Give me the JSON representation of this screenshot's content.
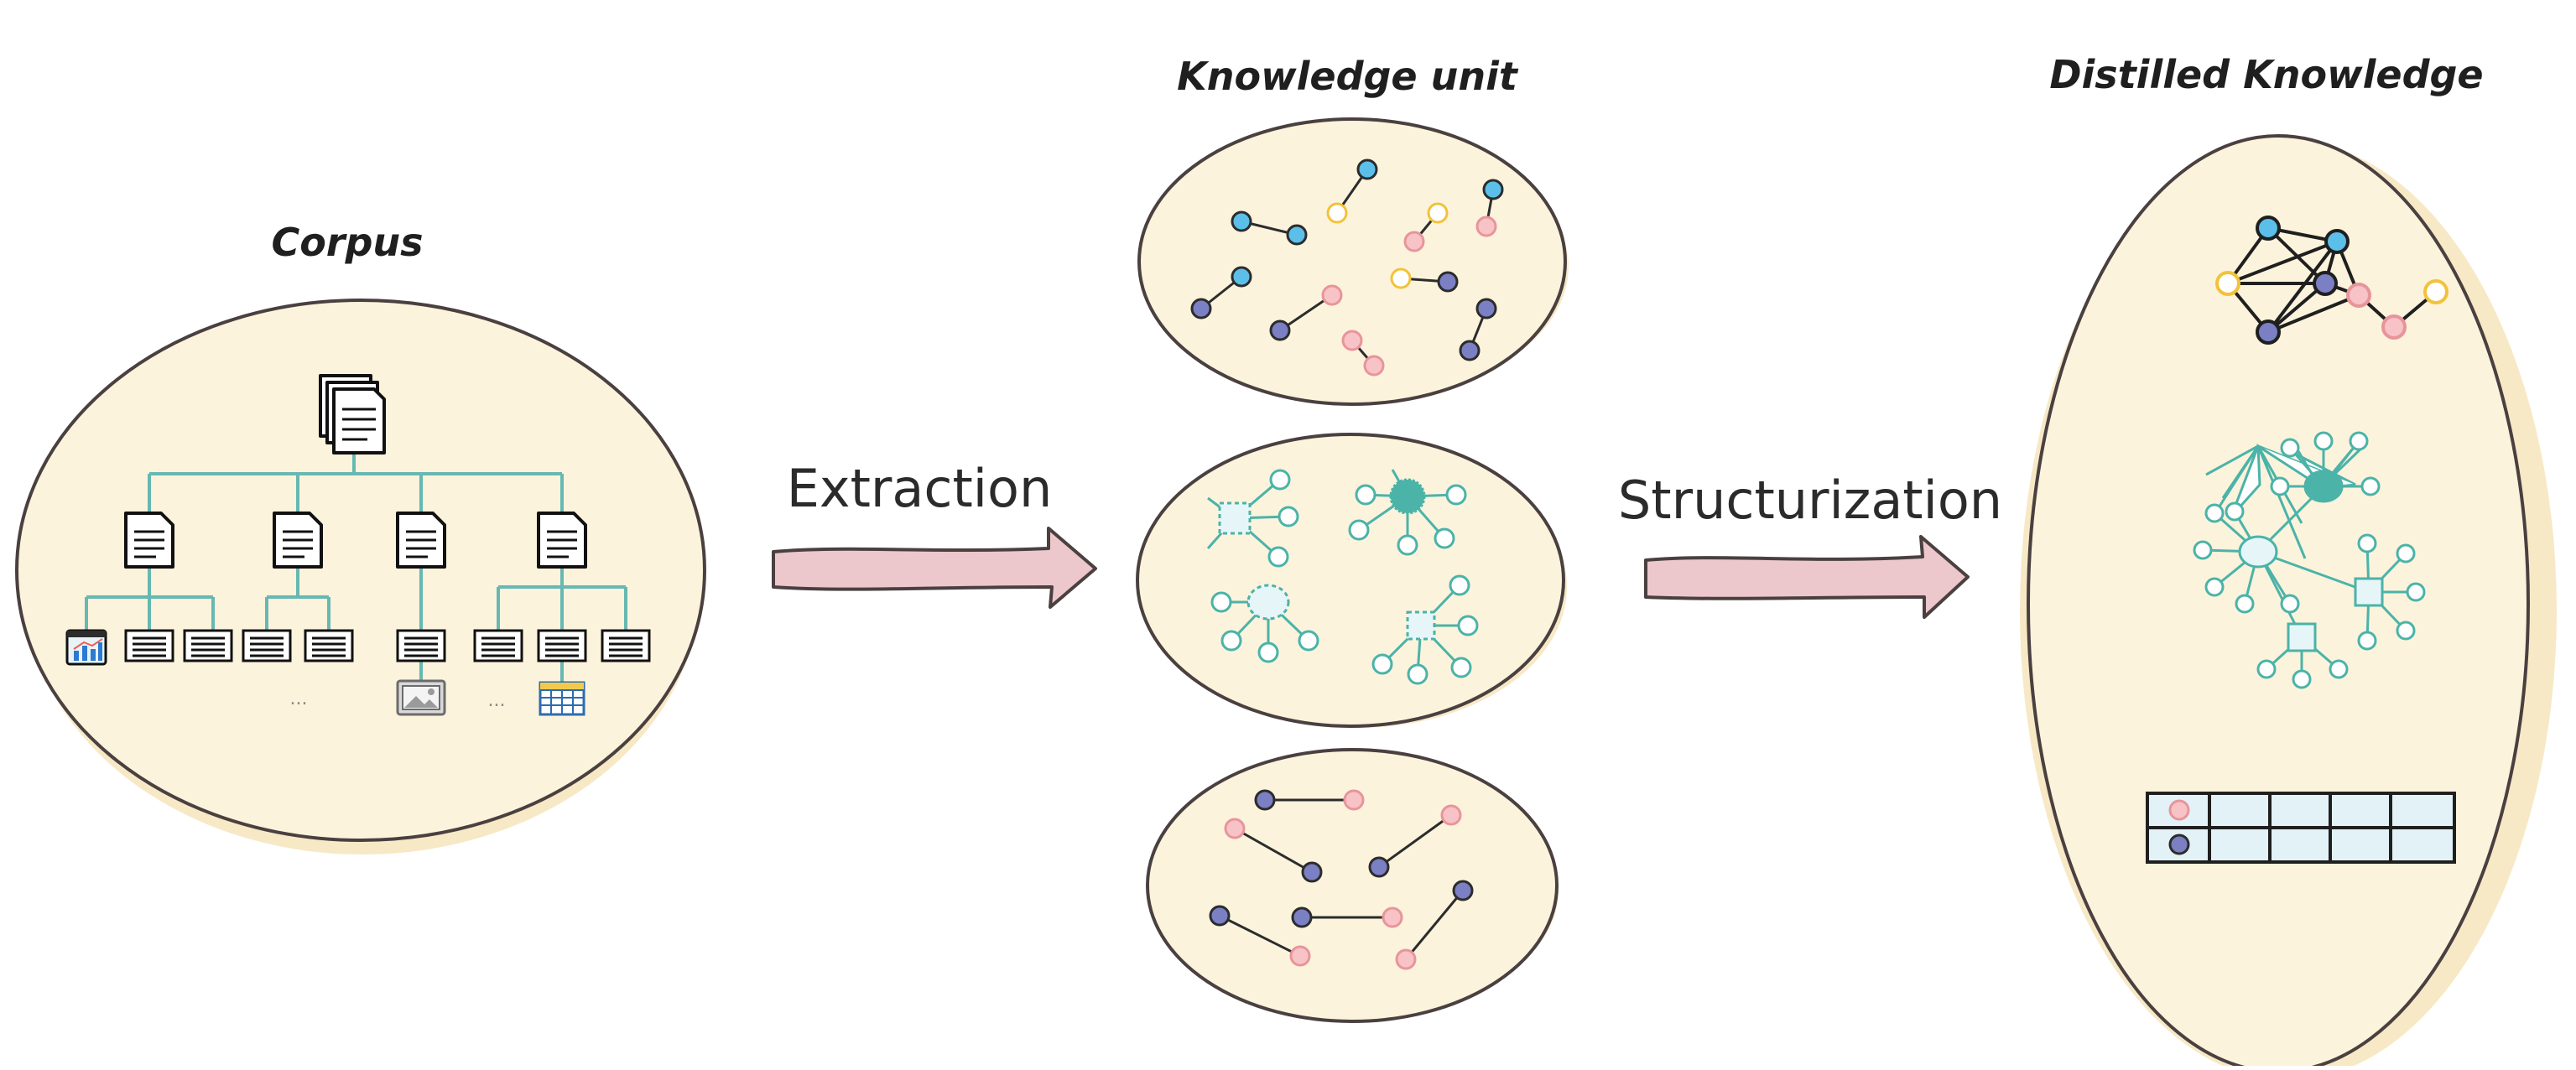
{
  "titles": {
    "corpus": "Corpus",
    "knowledge_unit": "Knowledge unit",
    "distilled": "Distilled Knowledge"
  },
  "arrows": {
    "extraction": "Extraction",
    "structurization": "Structurization"
  },
  "corpus_tree": {
    "ellipsis_label": "..."
  },
  "colors": {
    "panel_fill": "#fcf3dc",
    "panel_shadow": "#f6e7c0",
    "panel_stroke": "#4a4040",
    "tree_line": "#67b8b2",
    "arrow_fill": "#ecc7cb",
    "arrow_stroke": "#4a4040",
    "node_blue": "#5bbfe9",
    "node_purple": "#7b7fc4",
    "node_pink": "#f8c3c6",
    "node_yellow_ring": "#f2c23a",
    "node_teal": "#4bb3a8",
    "teal_light": "#e6f6f8"
  },
  "icons": {
    "root": "document-stack-icon",
    "doc": "document-icon",
    "section": "text-block-icon",
    "chart": "chart-icon",
    "image": "image-icon",
    "table": "table-icon"
  }
}
